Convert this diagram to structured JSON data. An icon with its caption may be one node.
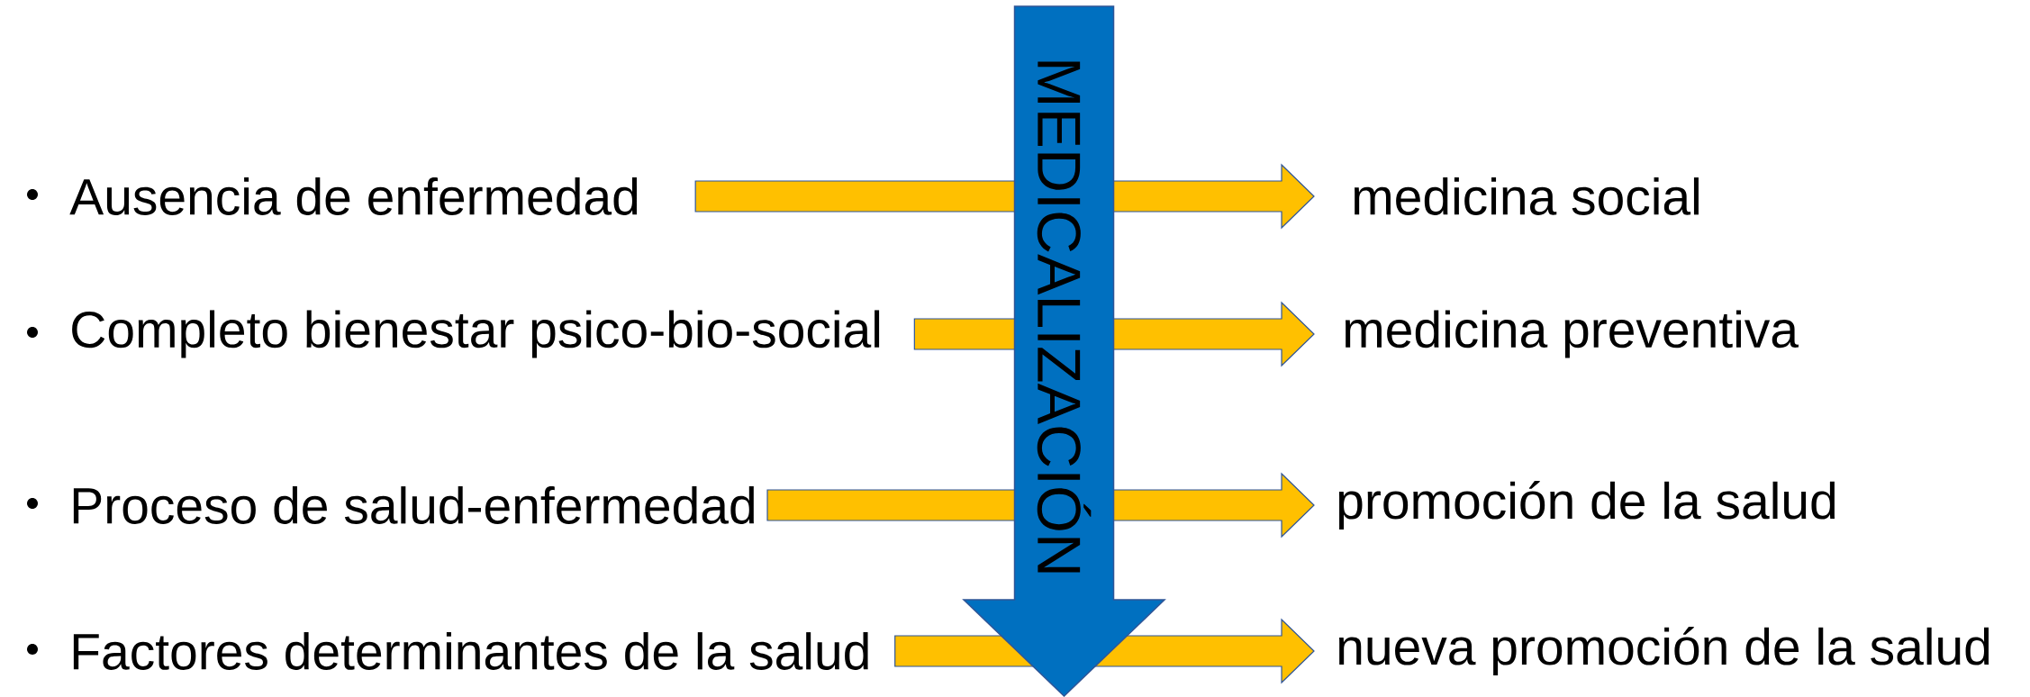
{
  "diagram": {
    "nodes": [
      {
        "text": [
          "Ausencia de enfermedad"
        ]
      },
      {
        "text": [
          "Completo bienestar psico-bio-social"
        ]
      },
      {
        "text": [
          "Proceso de salud-enfermedad"
        ]
      },
      {
        "text": [
          "Factores determinantes de la salud"
        ]
      },
      {
        "text": [
          "medicina social"
        ]
      },
      {
        "text": [
          "medicina preventiva"
        ]
      },
      {
        "text": [
          "promoción de la salud"
        ]
      },
      {
        "text": [
          "nueva promoción de la salud"
        ]
      },
      {
        "text": [
          "MEDICALIZACIÓN"
        ]
      }
    ],
    "edges": [
      {
        "from": 0,
        "to": 4,
        "arrow": "to"
      },
      {
        "from": 1,
        "to": 5,
        "arrow": "to"
      },
      {
        "from": 2,
        "to": 6,
        "arrow": "to"
      },
      {
        "from": 3,
        "to": 7,
        "arrow": "to"
      }
    ]
  }
}
